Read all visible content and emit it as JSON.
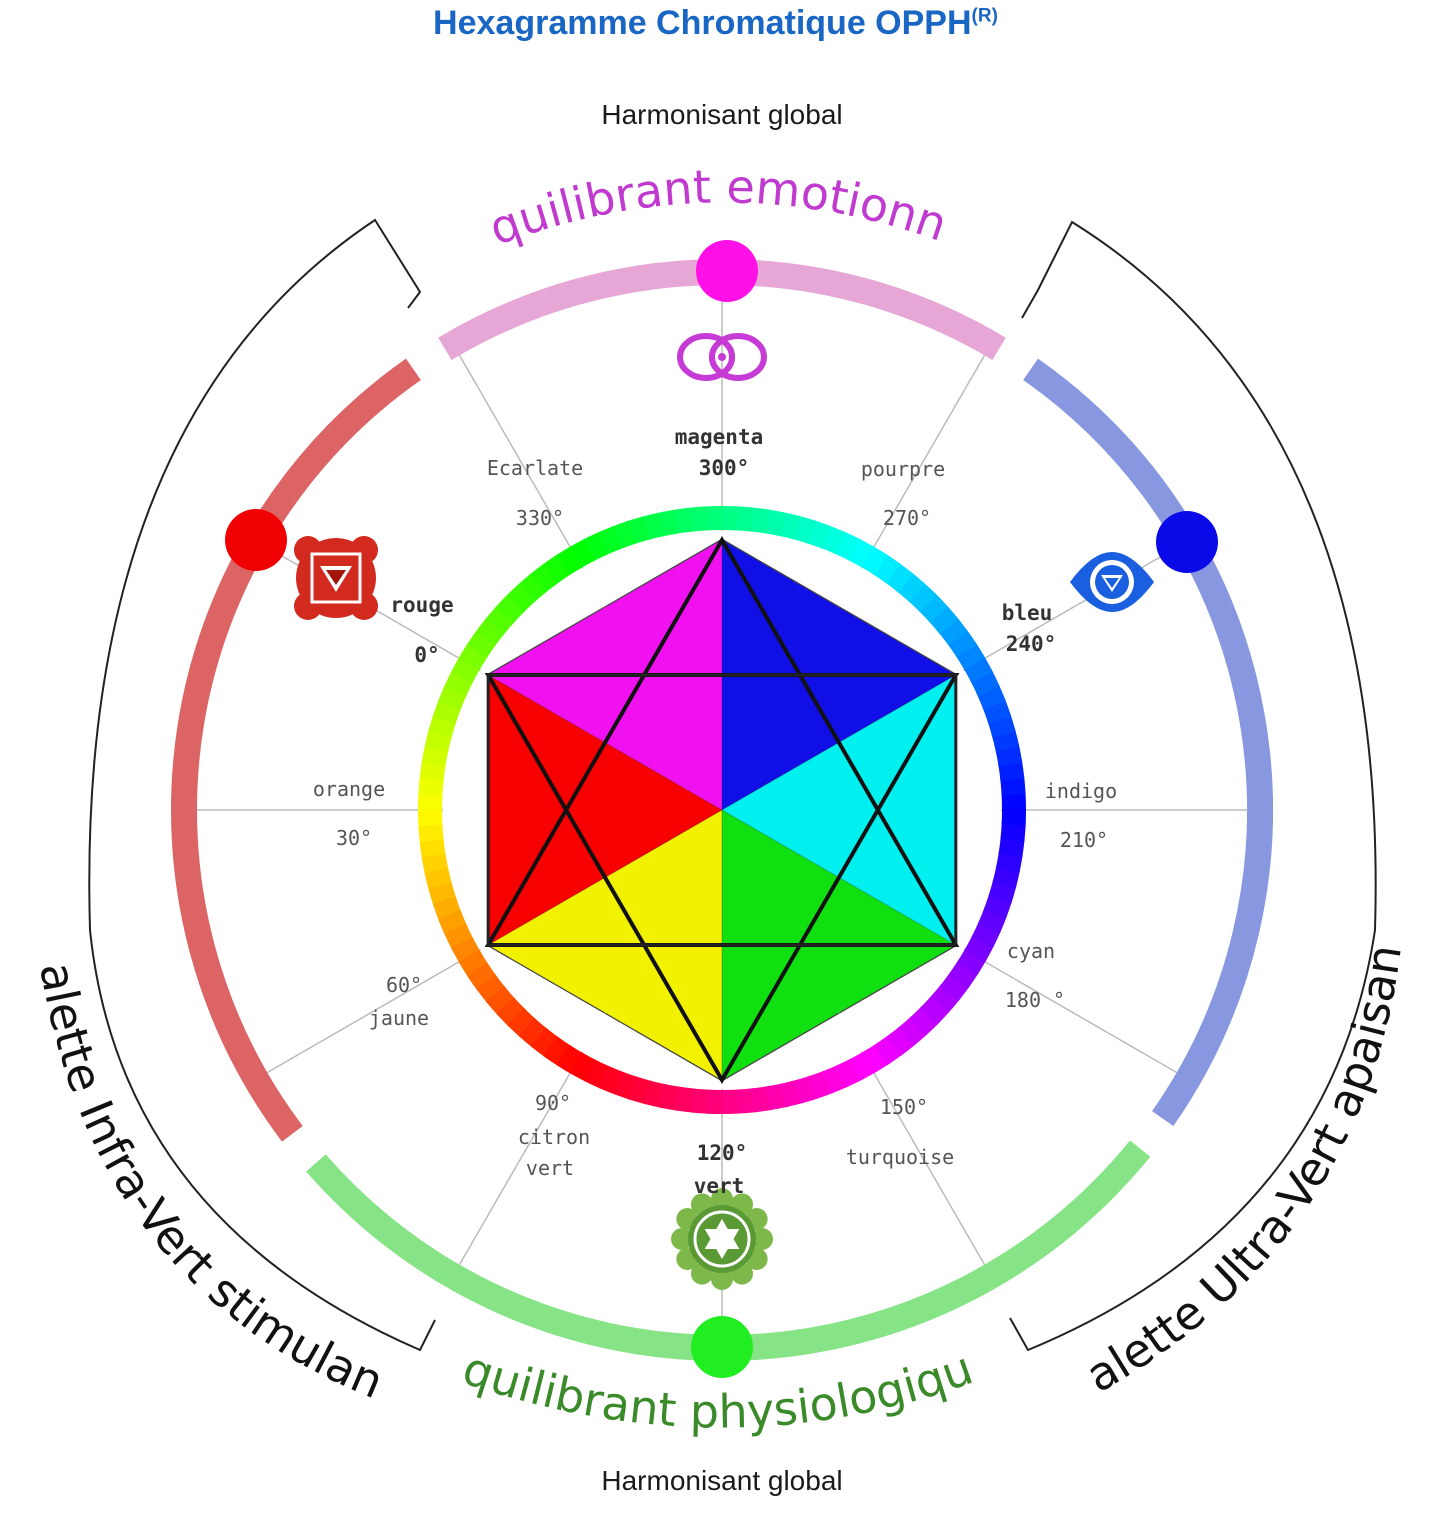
{
  "title": "Hexagramme Chromatique OPPH",
  "title_mark": "(R)",
  "top_label": "Harmonisant global",
  "bottom_label": "Harmonisant global",
  "emotional_label": "Equilibrant emotionnel",
  "physio_label": "Equilibrant physiologique",
  "left_palette": "palette Infra-Vert stimulant",
  "right_palette": "palette Ultra-Vert  apaisant",
  "colors": {
    "title": "#1a66c4",
    "emotional": "#c03ad0",
    "physio": "#3a8a2a",
    "arc_top": "#e6a6d6",
    "arc_left": "#dc6464",
    "arc_right": "#8797e0",
    "arc_bottom": "#86e486"
  },
  "hues": {
    "magenta": {
      "name": "magenta",
      "deg": "300°"
    },
    "pourpre": {
      "name": "pourpre",
      "deg": "270°"
    },
    "bleu": {
      "name": "bleu",
      "deg": "240°"
    },
    "indigo": {
      "name": "indigo",
      "deg": "210°"
    },
    "cyan": {
      "name": "cyan",
      "deg": "180 °"
    },
    "turquoise": {
      "name": "turquoise",
      "deg": "150°"
    },
    "vert": {
      "name": "vert",
      "deg": "120°"
    },
    "citron": {
      "name": "citron",
      "name2": "vert",
      "deg": "90°"
    },
    "jaune": {
      "name": "jaune",
      "deg": "60°"
    },
    "orange": {
      "name": "orange",
      "deg": "30°"
    },
    "rouge": {
      "name": "rouge",
      "deg": "0°"
    },
    "ecarlate": {
      "name": "Ecarlate",
      "deg": "330°"
    }
  },
  "icons": [
    "crown-chakra-icon",
    "third-eye-chakra-icon",
    "root-chakra-icon",
    "heart-chakra-icon"
  ]
}
